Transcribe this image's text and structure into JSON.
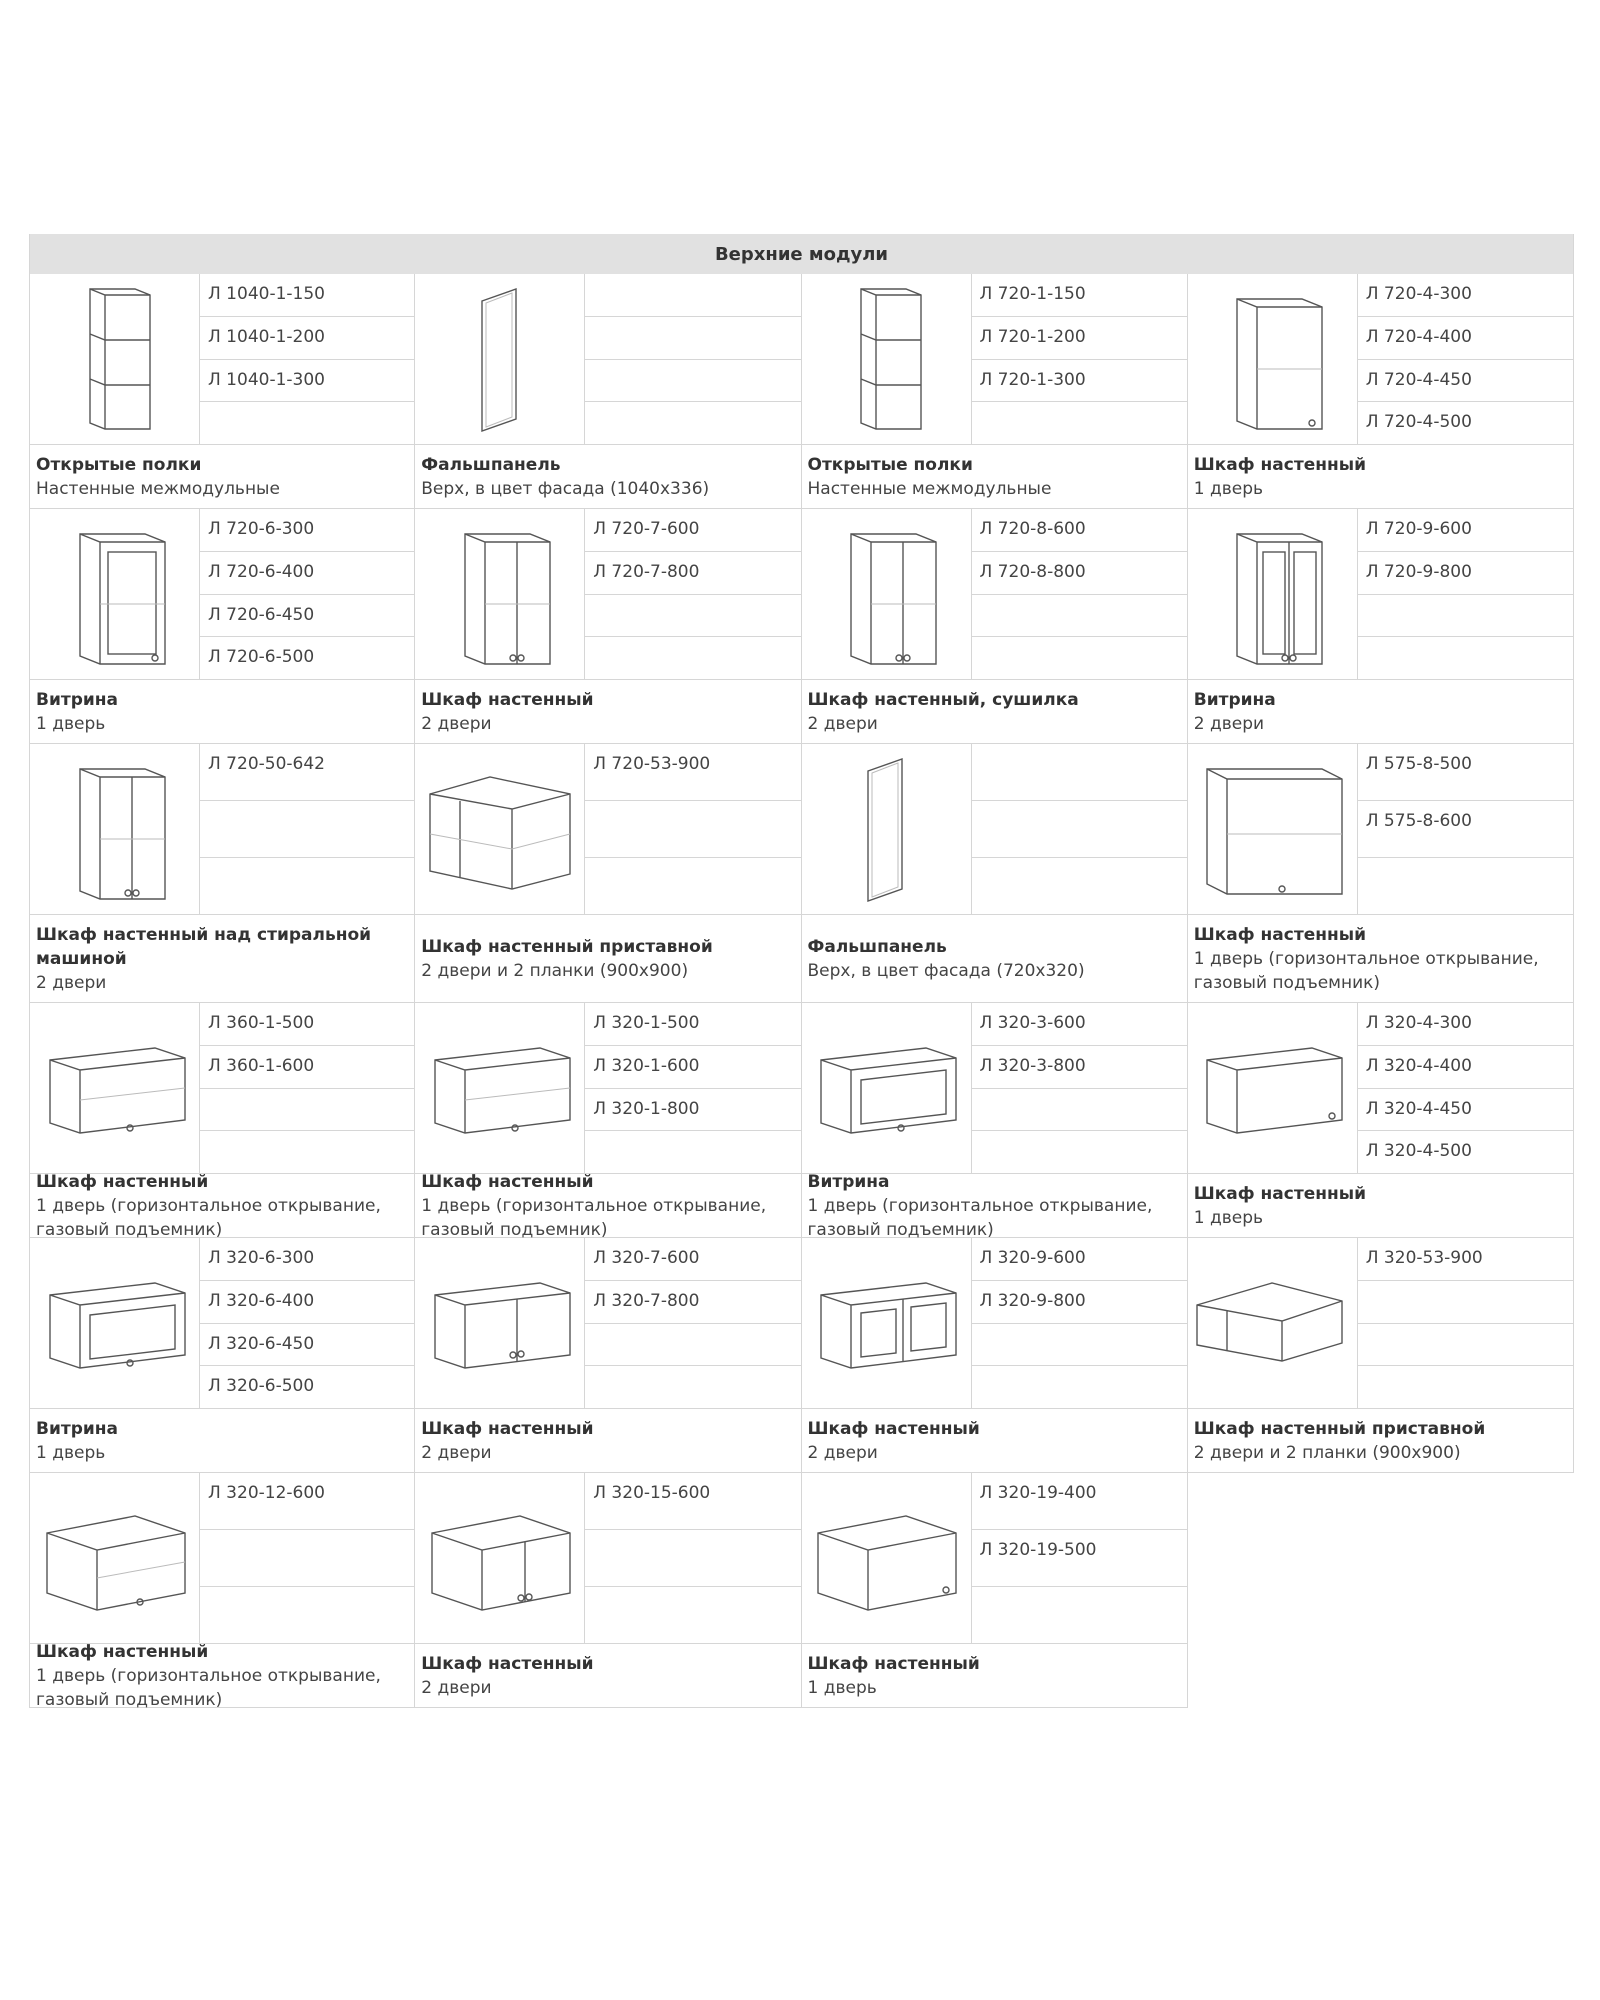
{
  "section_title": "Верхние модули",
  "rows": [
    {
      "tall": false,
      "items": [
        {
          "icon": "open-shelves-icon",
          "codes": [
            "Л 1040-1-150",
            "Л 1040-1-200",
            "Л 1040-1-300"
          ],
          "slots": 4,
          "name": "Открытые полки",
          "desc": "Настенные межмодульные"
        },
        {
          "icon": "false-panel-icon",
          "codes": [],
          "slots": 4,
          "name": "Фальшпанель",
          "desc": "Верх, в цвет фасада (1040x336)"
        },
        {
          "icon": "open-shelves-icon",
          "codes": [
            "Л 720-1-150",
            "Л 720-1-200",
            "Л 720-1-300"
          ],
          "slots": 4,
          "name": "Открытые полки",
          "desc": "Настенные межмодульные"
        },
        {
          "icon": "wall-cabinet-1door-icon",
          "codes": [
            "Л 720-4-300",
            "Л 720-4-400",
            "Л 720-4-450",
            "Л 720-4-500"
          ],
          "slots": 4,
          "name": "Шкаф настенный",
          "desc": "1 дверь"
        }
      ]
    },
    {
      "tall": false,
      "items": [
        {
          "icon": "glass-cabinet-1door-icon",
          "codes": [
            "Л 720-6-300",
            "Л 720-6-400",
            "Л 720-6-450",
            "Л 720-6-500"
          ],
          "slots": 4,
          "name": "Витрина",
          "desc": "1 дверь"
        },
        {
          "icon": "wall-cabinet-2door-icon",
          "codes": [
            "Л 720-7-600",
            "Л 720-7-800"
          ],
          "slots": 4,
          "name": "Шкаф настенный",
          "desc": "2 двери"
        },
        {
          "icon": "wall-cabinet-2door-icon",
          "codes": [
            "Л 720-8-600",
            "Л 720-8-800"
          ],
          "slots": 4,
          "name": "Шкаф настенный, сушилка",
          "desc": "2 двери"
        },
        {
          "icon": "glass-cabinet-2door-icon",
          "codes": [
            "Л 720-9-600",
            "Л 720-9-800"
          ],
          "slots": 4,
          "name": "Витрина",
          "desc": "2 двери"
        }
      ]
    },
    {
      "tall": true,
      "items": [
        {
          "icon": "wall-cabinet-2door-icon",
          "codes": [
            "Л 720-50-642"
          ],
          "slots": 3,
          "name": "Шкаф настенный над стиральной машиной",
          "desc": "2 двери"
        },
        {
          "icon": "corner-cabinet-icon",
          "codes": [
            "Л 720-53-900"
          ],
          "slots": 3,
          "name": "Шкаф настенный приставной",
          "desc": "2 двери и 2 планки (900x900)"
        },
        {
          "icon": "false-panel-icon",
          "codes": [],
          "slots": 3,
          "name": "Фальшпанель",
          "desc": "Верх, в цвет фасада (720x320)"
        },
        {
          "icon": "wide-cabinet-lift-icon",
          "codes": [
            "Л 575-8-500",
            "Л 575-8-600"
          ],
          "slots": 3,
          "name": "Шкаф настенный",
          "desc": "1 дверь (горизонтальное открывание, газовый подъемник)"
        }
      ]
    },
    {
      "tall": false,
      "items": [
        {
          "icon": "low-cabinet-lift-icon",
          "codes": [
            "Л 360-1-500",
            "Л 360-1-600"
          ],
          "slots": 4,
          "name": "Шкаф настенный",
          "desc": "1 дверь (горизонтальное открывание, газовый подъемник)"
        },
        {
          "icon": "low-cabinet-lift-icon",
          "codes": [
            "Л 320-1-500",
            "Л 320-1-600",
            "Л 320-1-800"
          ],
          "slots": 4,
          "name": "Шкаф настенный",
          "desc": "1 дверь (горизонтальное открывание, газовый подъемник)"
        },
        {
          "icon": "low-glass-cabinet-icon",
          "codes": [
            "Л 320-3-600",
            "Л 320-3-800"
          ],
          "slots": 4,
          "name": "Витрина",
          "desc": "1 дверь (горизонтальное открывание, газовый подъемник)"
        },
        {
          "icon": "low-cabinet-1door-icon",
          "codes": [
            "Л 320-4-300",
            "Л 320-4-400",
            "Л 320-4-450",
            "Л 320-4-500"
          ],
          "slots": 4,
          "name": "Шкаф настенный",
          "desc": "1 дверь"
        }
      ]
    },
    {
      "tall": false,
      "items": [
        {
          "icon": "low-glass-cabinet-icon",
          "codes": [
            "Л 320-6-300",
            "Л 320-6-400",
            "Л 320-6-450",
            "Л 320-6-500"
          ],
          "slots": 4,
          "name": "Витрина",
          "desc": "1 дверь"
        },
        {
          "icon": "low-cabinet-2door-icon",
          "codes": [
            "Л 320-7-600",
            "Л 320-7-800"
          ],
          "slots": 4,
          "name": "Шкаф настенный",
          "desc": "2 двери"
        },
        {
          "icon": "low-glass-2door-icon",
          "codes": [
            "Л 320-9-600",
            "Л 320-9-800"
          ],
          "slots": 4,
          "name": "Шкаф настенный",
          "desc": "2 двери"
        },
        {
          "icon": "low-corner-cabinet-icon",
          "codes": [
            "Л 320-53-900"
          ],
          "slots": 4,
          "name": "Шкаф настенный приставной",
          "desc": "2 двери и 2 планки (900x900)"
        }
      ]
    },
    {
      "tall": false,
      "items": [
        {
          "icon": "deep-cabinet-lift-icon",
          "codes": [
            "Л 320-12-600"
          ],
          "slots": 3,
          "name": "Шкаф настенный",
          "desc": "1 дверь (горизонтальное открывание, газовый подъемник)"
        },
        {
          "icon": "deep-cabinet-2door-icon",
          "codes": [
            "Л 320-15-600"
          ],
          "slots": 3,
          "name": "Шкаф настенный",
          "desc": "2 двери"
        },
        {
          "icon": "deep-cabinet-1door-icon",
          "codes": [
            "Л 320-19-400",
            "Л 320-19-500"
          ],
          "slots": 3,
          "name": "Шкаф настенный",
          "desc": "1 дверь"
        },
        null
      ]
    }
  ]
}
